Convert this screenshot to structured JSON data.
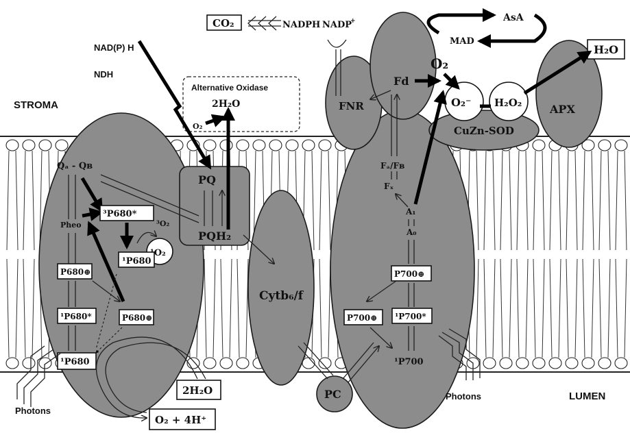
{
  "side_labels": {
    "stroma": "STROMA",
    "lumen": "LUMEN",
    "photons_left": "Photons",
    "photons_right": "Photons"
  },
  "top": {
    "co2": "CO₂",
    "nadph": "NADPH",
    "nadp": "NADP",
    "nadp_sup": "+",
    "asa": "AsA",
    "mad": "MAD",
    "o2": "O₂",
    "h2o_box": "H₂O"
  },
  "ndh": {
    "nadph": "NAD(P) H",
    "ndh": "NDH"
  },
  "aox": {
    "title": "Alternative Oxidase",
    "product": "2H₂O",
    "o2": "O₂"
  },
  "ps2": {
    "qa_qb": "Qₐ - Qʙ",
    "pheo": "Pheo",
    "p680_triplet": "³P680*",
    "p680_cation": "P680⊕",
    "singlet_o2": "¹O₂",
    "triplet_o2": "³O₂",
    "p680_singlet": "¹P680",
    "p680_excited": "¹P680*",
    "p680_oxidized": "P680⊕",
    "p680_ground": "¹P680"
  },
  "pq": {
    "pq": "PQ",
    "pqh2": "PQH₂"
  },
  "cytb6f": {
    "label": "Cytb₆/f"
  },
  "pc": {
    "label": "PC"
  },
  "water": {
    "h2o": "2H₂O",
    "products": "O₂ + 4H⁺"
  },
  "ps1": {
    "fnr": "FNR",
    "fd": "Fd",
    "fa_fb": "Fₐ/Fʙ",
    "fx": "Fₓ",
    "a1": "A₁",
    "a0": "A₀",
    "p700_cation": "P700⊕",
    "p700_oxidized": "P700⊕",
    "p700_excited": "¹P700*",
    "p700_ground": "¹P700"
  },
  "sod": {
    "superoxide": "O₂⁻",
    "h2o2": "H₂O₂",
    "enzyme": "CuZn-SOD",
    "apx": "APX"
  }
}
